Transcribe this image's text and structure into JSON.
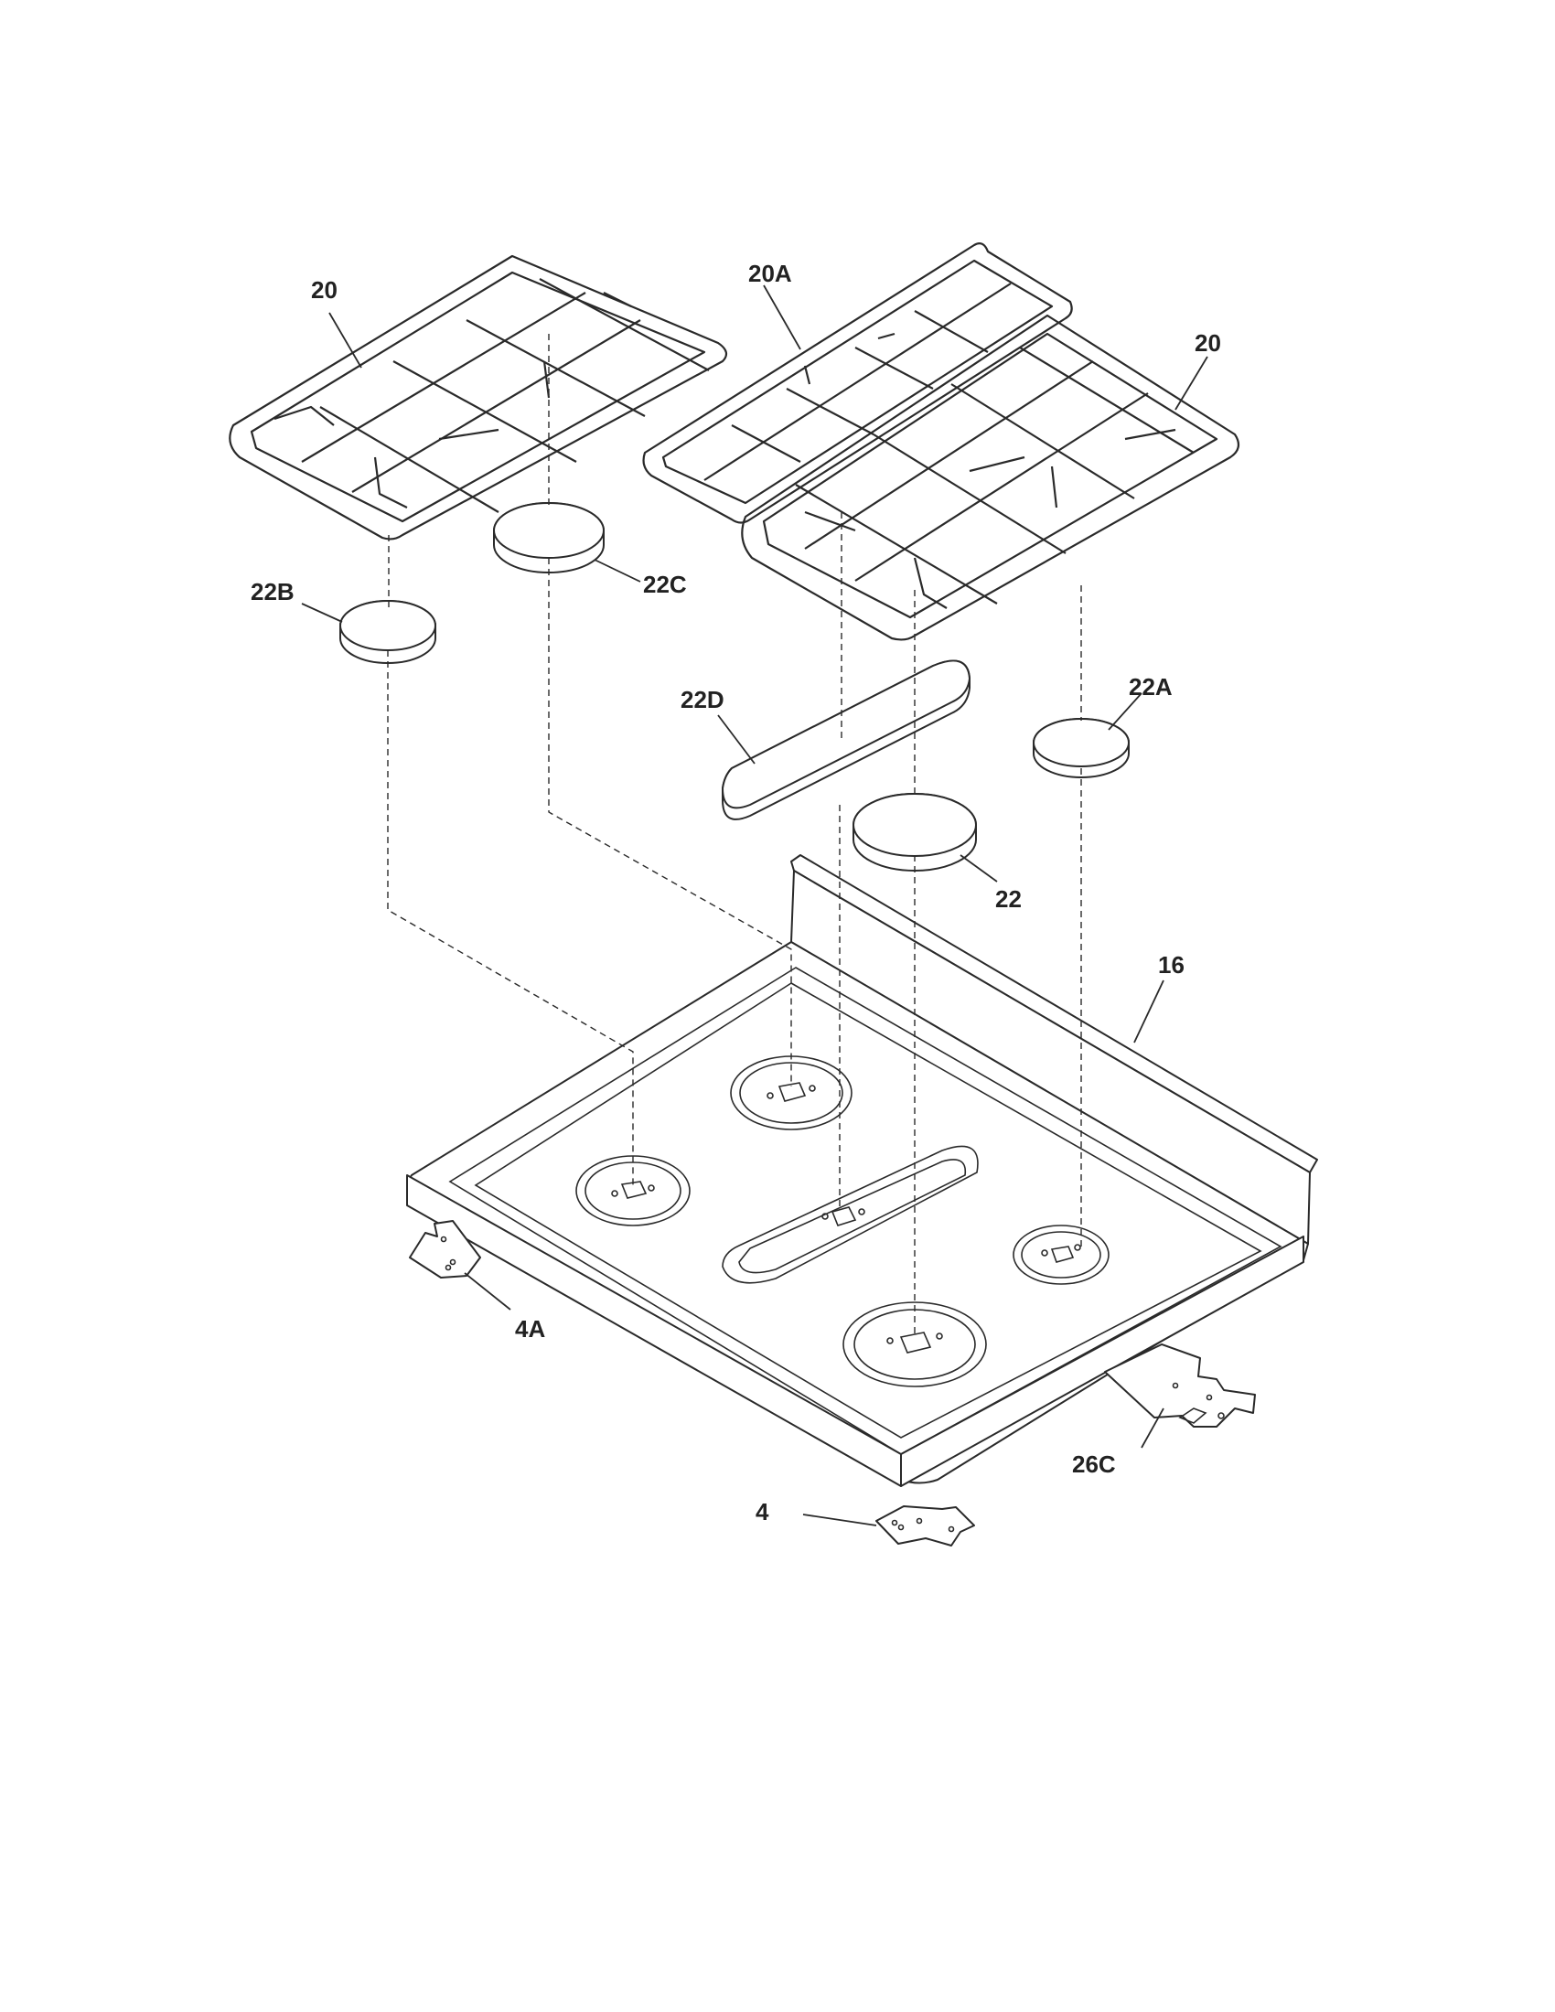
{
  "callouts": {
    "grate_left": "20",
    "grate_center": "20A",
    "grate_right": "20",
    "cap_22c": "22C",
    "cap_22b": "22B",
    "cap_22d": "22D",
    "cap_22a": "22A",
    "cap_22": "22",
    "cooktop": "16",
    "bracket_4a": "4A",
    "bracket_26c": "26C",
    "bracket_4": "4"
  },
  "colors": {
    "line": "#2a2a2a",
    "background": "#ffffff"
  }
}
